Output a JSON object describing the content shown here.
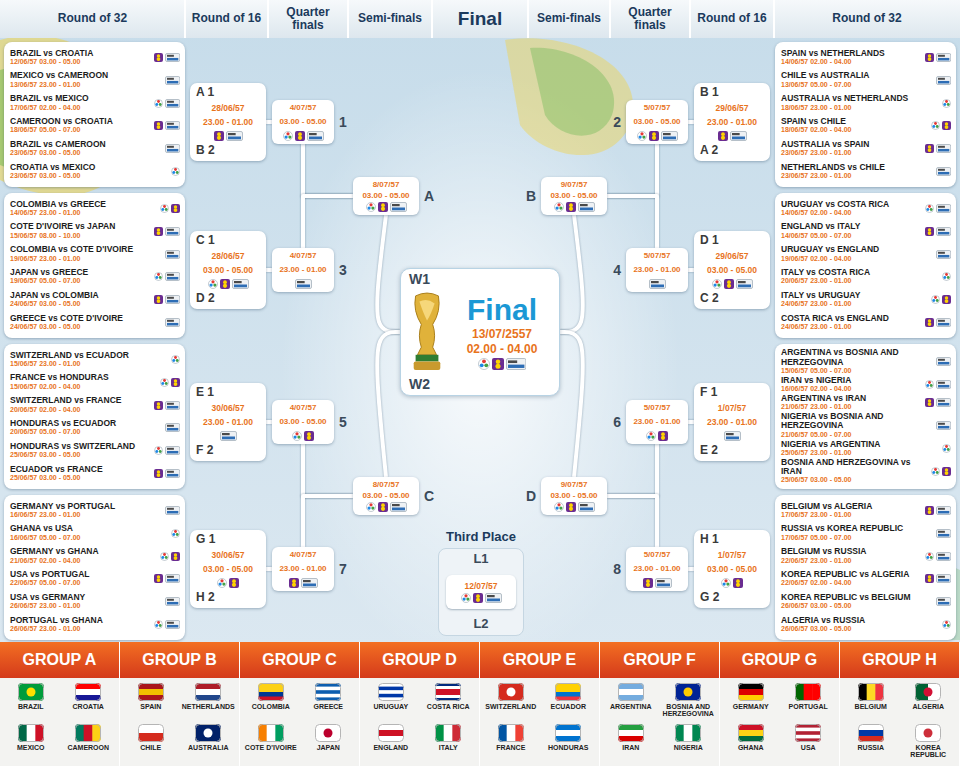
{
  "diagram": {
    "nodes": [
      {
        "text": [
          "BRAZIL vs CROATIA",
          "12/06/57 03.00 - 05.00",
          "MEXICO vs CAMEROON",
          "13/06/57 23.00 - 01.00",
          "BRAZIL vs MEXICO",
          "17/06/57 02.00 - 04.00",
          "CAMEROON vs CROATIA",
          "18/06/57 05.00 - 07.00",
          "BRAZIL vs CAMEROON",
          "23/06/57 03.00 - 05.00",
          "CROATIA vs MEXICO",
          "23/06/57 03.00 - 05.00"
        ]
      },
      {
        "text": [
          "COLOMBIA vs GREECE",
          "14/06/57 23.00 - 01.00",
          "COTE D'IVOIRE vs JAPAN",
          "15/06/57 08.00 - 10.00",
          "COLOMBIA vs COTE D'IVOIRE",
          "19/06/57 23.00 - 01.00",
          "JAPAN vs GREECE",
          "19/06/57 05.00 - 07.00",
          "JAPAN vs COLOMBIA",
          "24/06/57 03.00 - 05.00",
          "GREECE vs COTE D'IVOIRE",
          "24/06/57 03.00 - 05.00"
        ]
      },
      {
        "text": [
          "SWITZERLAND vs ECUADOR",
          "15/06/57 23.00 - 01.00",
          "FRANCE vs HONDURAS",
          "15/06/57 02.00 - 04.00",
          "SWITZERLAND vs FRANCE",
          "20/06/57 02.00 - 04.00",
          "HONDURAS vs ECUADOR",
          "20/06/57 05.00 - 07.00",
          "HONDURAS vs SWITZERLAND",
          "25/06/57 03.00 - 05.00",
          "ECUADOR vs FRANCE",
          "25/06/57 03.00 - 05.00"
        ]
      },
      {
        "text": [
          "GERMANY vs PORTUGAL",
          "16/06/57 23.00 - 01.00",
          "GHANA vs USA",
          "16/06/57 05.00 - 07.00",
          "GERMANY vs GHANA",
          "21/06/57 02.00 - 04.00",
          "USA vs PORTUGAL",
          "22/06/57 05.00 - 07.00",
          "USA vs GERMANY",
          "26/06/57 23.00 - 01.00",
          "PORTUGAL vs GHANA",
          "26/06/57 23.00 - 01.00"
        ]
      },
      {
        "text": [
          "SPAIN vs NETHERLANDS",
          "14/06/57 02.00 - 04.00",
          "CHILE vs AUSTRALIA",
          "13/06/57 05.00 - 07.00",
          "AUSTRALIA vs NETHERLANDS",
          "18/06/57 23.00 - 01.00",
          "SPAIN vs CHILE",
          "18/06/57 02.00 - 04.00",
          "AUSTRALIA vs SPAIN",
          "23/06/57 23.00 - 01.00",
          "NETHERLANDS vs CHILE",
          "23/06/57 23.00 - 01.00"
        ]
      },
      {
        "text": [
          "URUGUAY vs COSTA RICA",
          "14/06/57 02.00 - 04.00",
          "ENGLAND vs ITALY",
          "14/06/57 05.00 - 07.00",
          "URUGUAY vs ENGLAND",
          "19/06/57 02.00 - 04.00",
          "ITALY vs COSTA RICA",
          "20/06/57 23.00 - 01.00",
          "ITALY vs URUGUAY",
          "24/06/57 23.00 - 01.00",
          "COSTA RICA vs ENGLAND",
          "24/06/57 23.00 - 01.00"
        ]
      },
      {
        "text": [
          "ARGENTINA vs BOSNIA AND HERZEGOVINA",
          "15/06/57 05.00 - 07.00",
          "IRAN vs NIGERIA",
          "16/06/57 02.00 - 04.00",
          "ARGENTINA vs IRAN",
          "21/06/57 23.00 - 01.00",
          "NIGERIA vs BOSNIA AND HERZEGOVINA",
          "21/06/57 05.00 - 07.00",
          "NIGERIA vs ARGENTINA",
          "25/06/57 23.00 - 01.00",
          "BOSNIA AND HERZEGOVINA vs IRAN",
          "25/06/57 03.00 - 05.00"
        ]
      },
      {
        "text": [
          "BELGIUM vs ALGERIA",
          "17/06/57 23.00 - 01.00",
          "RUSSIA vs KOREA REPUBLIC",
          "17/06/57 05.00 - 07.00",
          "BELGIUM vs RUSSIA",
          "22/06/57 23.00 - 01.00",
          "KOREA REPUBLIC vs ALGERIA",
          "22/06/57 02.00 - 04.00",
          "KOREA REPUBLIC vs BELGIUM",
          "26/06/57 03.00 - 05.00",
          "ALGERIA vs RUSSIA",
          "26/06/57 03.00 - 05.00"
        ]
      },
      {
        "text": [
          "A 1",
          "28/06/57",
          "23.00 - 01.00",
          "B 2"
        ]
      },
      {
        "text": [
          "C 1",
          "28/06/57",
          "03.00 - 05.00",
          "D 2"
        ]
      },
      {
        "text": [
          "E 1",
          "30/06/57",
          "23.00 - 01.00",
          "F 2"
        ]
      },
      {
        "text": [
          "G 1",
          "30/06/57",
          "03.00 - 05.00",
          "H 2"
        ]
      },
      {
        "text": [
          "B 1",
          "29/06/57",
          "23.00 - 01.00",
          "A 2"
        ]
      },
      {
        "text": [
          "D 1",
          "29/06/57",
          "03.00 - 05.00",
          "C 2"
        ]
      },
      {
        "text": [
          "F 1",
          "1/07/57",
          "23.00 - 01.00",
          "E 2"
        ]
      },
      {
        "text": [
          "H 1",
          "1/07/57",
          "03.00 - 05.00",
          "G 2"
        ]
      },
      {
        "text": [
          "4/07/57",
          "03.00 - 05.00",
          "1"
        ]
      },
      {
        "text": [
          "4/07/57",
          "23.00 - 01.00",
          "3"
        ]
      },
      {
        "text": [
          "4/07/57",
          "03.00 - 05.00",
          "5"
        ]
      },
      {
        "text": [
          "4/07/57",
          "23.00 - 01.00",
          "7"
        ]
      },
      {
        "text": [
          "5/07/57",
          "03.00 - 05.00",
          "2"
        ]
      },
      {
        "text": [
          "5/07/57",
          "23.00 - 01.00",
          "4"
        ]
      },
      {
        "text": [
          "5/07/57",
          "23.00 - 01.00",
          "6"
        ]
      },
      {
        "text": [
          "5/07/57",
          "23.00 - 01.00",
          "8"
        ]
      },
      {
        "text": [
          "8/07/57",
          "03.00 - 05.00",
          "A"
        ]
      },
      {
        "text": [
          "8/07/57",
          "03.00 - 05.00",
          "C"
        ]
      },
      {
        "text": [
          "9/07/57",
          "03.00 - 05.00",
          "B"
        ]
      },
      {
        "text": [
          "9/07/57",
          "03.00 - 05.00",
          "D"
        ]
      },
      {
        "text": [
          "W1",
          "Final",
          "13/07/2557",
          "02.00 - 04.00",
          "W2"
        ]
      },
      {
        "text": [
          "Third Place",
          "L1",
          "L2"
        ]
      },
      {
        "text": [
          "12/07/57"
        ],
        "in": 29
      },
      {
        "text": [
          "GROUP A",
          "BRAZIL",
          "CROATIA",
          "MEXICO",
          "CAMEROON"
        ]
      },
      {
        "text": [
          "GROUP B",
          "SPAIN",
          "NETHERLANDS",
          "CHILE",
          "AUSTRALIA"
        ]
      },
      {
        "text": [
          "GROUP C",
          "COLOMBIA",
          "GREECE",
          "COTE D'IVOIRE",
          "JAPAN"
        ]
      },
      {
        "text": [
          "GROUP D",
          "URUGUAY",
          "COSTA RICA",
          "ENGLAND",
          "ITALY"
        ]
      },
      {
        "text": [
          "GROUP E",
          "SWITZERLAND",
          "ECUADOR",
          "FRANCE",
          "HONDURAS"
        ]
      },
      {
        "text": [
          "GROUP F",
          "ARGENTINA",
          "BOSNIA AND HERZEGOVINA",
          "IRAN",
          "NIGERIA"
        ]
      },
      {
        "text": [
          "GROUP G",
          "GERMANY",
          "PORTUGAL",
          "GHANA",
          "USA"
        ]
      },
      {
        "text": [
          "GROUP H",
          "BELGIUM",
          "ALGERIA",
          "RUSSIA",
          "KOREA REPUBLIC"
        ]
      }
    ],
    "edges": [
      {
        "from": 8,
        "to": 16,
        "arrow": "none"
      },
      {
        "from": 9,
        "to": 17,
        "arrow": "none"
      },
      {
        "from": 10,
        "to": 18,
        "arrow": "none"
      },
      {
        "from": 11,
        "to": 19,
        "arrow": "none"
      },
      {
        "from": 12,
        "to": 20,
        "arrow": "none"
      },
      {
        "from": 13,
        "to": 21,
        "arrow": "none"
      },
      {
        "from": 14,
        "to": 22,
        "arrow": "none"
      },
      {
        "from": 15,
        "to": 23,
        "arrow": "none"
      },
      {
        "from": 16,
        "to": 24,
        "arrow": "none"
      },
      {
        "from": 17,
        "to": 24,
        "arrow": "none"
      },
      {
        "from": 18,
        "to": 25,
        "arrow": "none"
      },
      {
        "from": 19,
        "to": 25,
        "arrow": "none"
      },
      {
        "from": 20,
        "to": 26,
        "arrow": "none"
      },
      {
        "from": 21,
        "to": 26,
        "arrow": "none"
      },
      {
        "from": 22,
        "to": 27,
        "arrow": "none"
      },
      {
        "from": 23,
        "to": 27,
        "arrow": "none"
      },
      {
        "from": 24,
        "to": 28,
        "arrow": "none"
      },
      {
        "from": 25,
        "to": 28,
        "arrow": "none"
      },
      {
        "from": 26,
        "to": 28,
        "arrow": "none"
      },
      {
        "from": 27,
        "to": 28,
        "arrow": "none"
      }
    ],
    "labels": [
      "Round of 32",
      "Round of 16",
      "Quarter finals",
      "Semi-finals",
      "Final",
      "Semi-finals",
      "Quarter finals",
      "Round of 16",
      "Round of 32"
    ]
  }
}
